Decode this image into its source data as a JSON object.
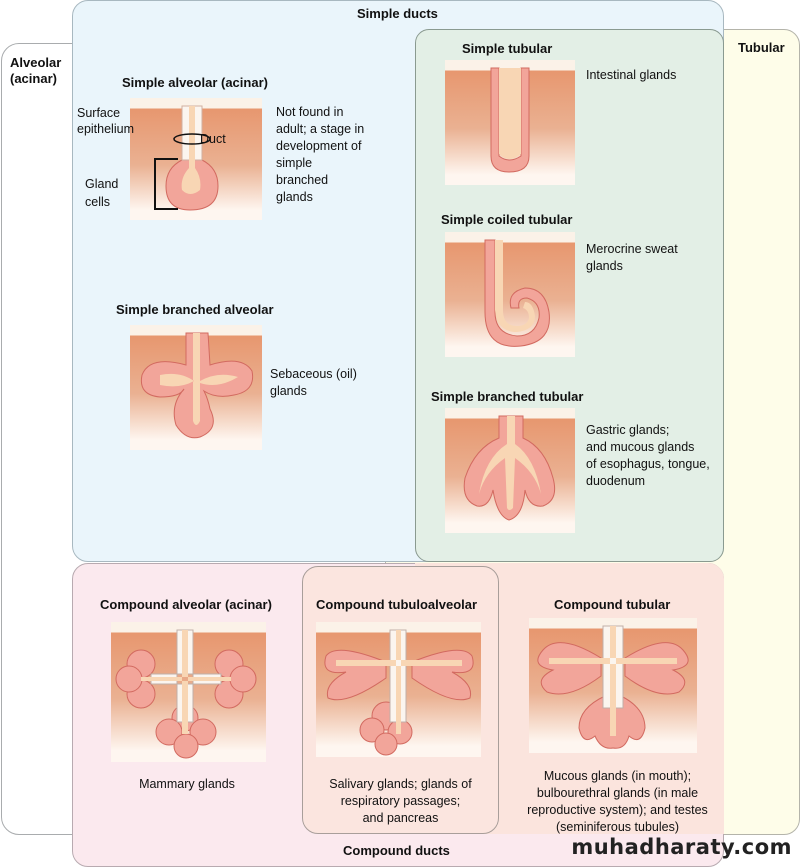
{
  "regions": {
    "simple_ducts": "Simple ducts",
    "compound_ducts": "Compound ducts",
    "alveolar": "Alveolar\n(acinar)",
    "tubular": "Tubular"
  },
  "glands": [
    {
      "title": "Simple alveolar (acinar)",
      "example": "Not found in\nadult; a stage in\ndevelopment of\nsimple\nbranched\nglands"
    },
    {
      "title": "Simple branched alveolar",
      "example": "Sebaceous (oil)\nglands"
    },
    {
      "title": "Simple tubular",
      "example": "Intestinal glands"
    },
    {
      "title": "Simple coiled tubular",
      "example": "Merocrine sweat\nglands"
    },
    {
      "title": "Simple branched tubular",
      "example": "Gastric glands;\nand mucous glands\nof esophagus, tongue,\nduodenum"
    },
    {
      "title": "Compound alveolar (acinar)",
      "example": "Mammary glands"
    },
    {
      "title": "Compound tubuloalveolar",
      "example": "Salivary glands; glands of\nrespiratory passages;\nand pancreas"
    },
    {
      "title": "Compound tubular",
      "example": "Mucous glands (in mouth);\nbulbourethral glands (in male\nreproductive system); and testes\n(seminiferous tubules)"
    }
  ],
  "annotations": {
    "surface_epithelium": "Surface\nepithelium",
    "duct": "Duct",
    "gland_cells": "Gland\ncells"
  },
  "colors": {
    "simple_ducts_bg": "#eaf5fb",
    "tubular_bg": "#fefde9",
    "simple_tubular_bg": "#e3efe6",
    "compound_bg": "#fbe9ee",
    "gland_cell": "#f2a59a",
    "duct_cell": "#fbf5ef"
  },
  "watermark": "muhadharaty.com"
}
